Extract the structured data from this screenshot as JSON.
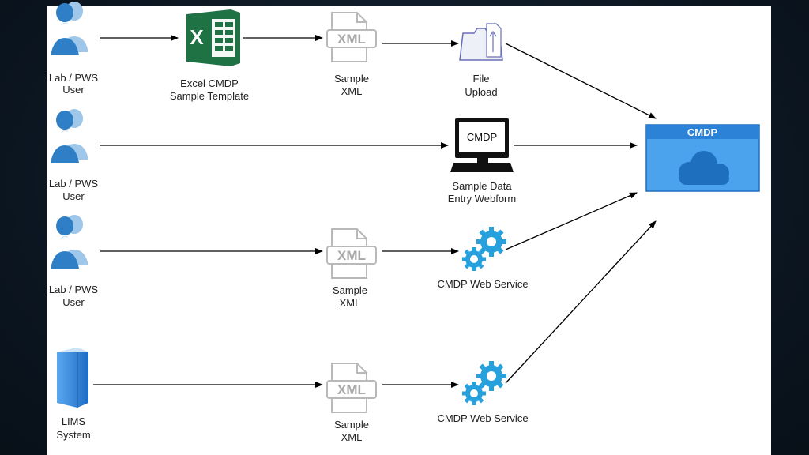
{
  "nodes": {
    "user1": {
      "line1": "Lab / PWS",
      "line2": "User"
    },
    "excel": {
      "line1": "Excel CMDP",
      "line2": "Sample Template"
    },
    "xml1": {
      "icon_text": "XML",
      "line1": "Sample",
      "line2": "XML"
    },
    "upload": {
      "line1": "File",
      "line2": "Upload"
    },
    "user2": {
      "line1": "Lab / PWS",
      "line2": "User"
    },
    "webform": {
      "screen_text": "CMDP",
      "line1": "Sample Data",
      "line2": "Entry Webform"
    },
    "user3": {
      "line1": "Lab / PWS",
      "line2": "User"
    },
    "xml3": {
      "icon_text": "XML",
      "line1": "Sample",
      "line2": "XML"
    },
    "ws3": {
      "line1": "CMDP Web Service"
    },
    "lims": {
      "line1": "LIMS",
      "line2": "System"
    },
    "xml4": {
      "icon_text": "XML",
      "line1": "Sample",
      "line2": "XML"
    },
    "ws4": {
      "line1": "CMDP Web Service"
    },
    "cmdp": {
      "title": "CMDP"
    }
  },
  "colors": {
    "user_blue": "#2f7fc6",
    "excel_green": "#1f7244",
    "cloud_blue": "#3b8ddd",
    "gear_blue": "#27a1de"
  }
}
